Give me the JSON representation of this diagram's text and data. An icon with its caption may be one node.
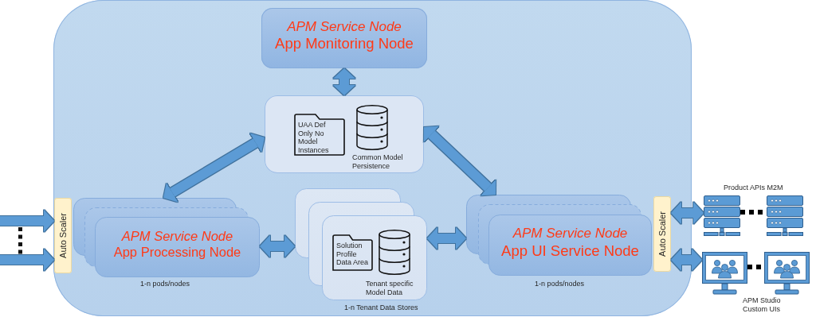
{
  "diagram": {
    "nodes": [
      {
        "text": [],
        "shape": "box"
      },
      {
        "text": [
          "APM Service Node",
          "App Monitoring Node"
        ],
        "in": 0
      },
      {
        "text": [
          "Common Model Persistence"
        ],
        "in": 0
      },
      {
        "text": [
          "UAA Def Only No Model Instances"
        ],
        "in": 2
      },
      {
        "text": [
          "Auto Scaler"
        ],
        "in": 0
      },
      {
        "text": [
          "APM Service Node",
          "App Processing Node"
        ],
        "beside": [
          "1-n pods/nodes"
        ],
        "in": 0
      },
      {
        "text": [
          "Tenant specific Model Data"
        ],
        "beside": [
          "1-n Tenant Data Stores"
        ],
        "in": 0
      },
      {
        "text": [
          "Solution Profile Data Area"
        ],
        "in": 6
      },
      {
        "text": [
          "APM Service Node",
          "App UI Service Node"
        ],
        "beside": [
          "1-n pods/nodes"
        ],
        "in": 0
      },
      {
        "text": [
          "Auto Scaler"
        ],
        "in": 0
      },
      {
        "text": [],
        "shape": "picture"
      },
      {
        "text": [],
        "shape": "picture"
      },
      {
        "text": [],
        "shape": "picture"
      },
      {
        "text": [],
        "shape": "picture"
      }
    ],
    "edges": [
      {
        "from": 1,
        "to": 2,
        "arrow": "both"
      },
      {
        "from": 2,
        "to": 5,
        "arrow": "both"
      },
      {
        "from": 2,
        "to": 8,
        "arrow": "both"
      },
      {
        "from": null,
        "to": 4,
        "arrow": "to"
      },
      {
        "from": null,
        "to": 4,
        "arrow": "to"
      },
      {
        "from": 5,
        "to": 6,
        "arrow": "both"
      },
      {
        "from": 6,
        "to": 8,
        "arrow": "both"
      },
      {
        "from": 9,
        "to": 10,
        "arrow": "both"
      },
      {
        "from": 10,
        "to": 11,
        "arrow": "none",
        "style": "dashed",
        "color": "#000000"
      },
      {
        "from": 9,
        "to": 12,
        "arrow": "both"
      },
      {
        "from": 12,
        "to": 13,
        "arrow": "none",
        "style": "dashed",
        "color": "#000000"
      }
    ],
    "labels": [
      "Product APIs M2M",
      "APM Studio Custom UIs"
    ]
  }
}
